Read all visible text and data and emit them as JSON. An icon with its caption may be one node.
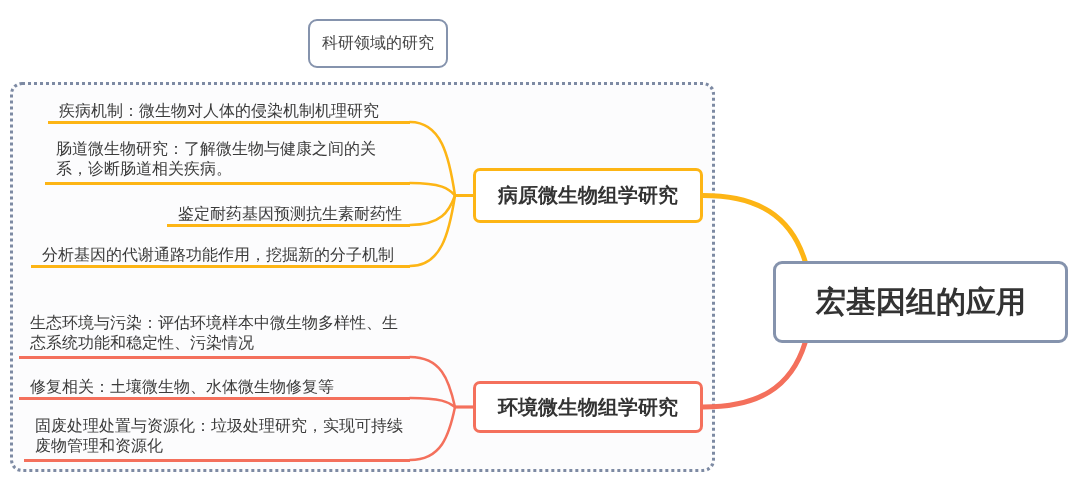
{
  "diagram": {
    "nodes": [
      {
        "text": [
          "宏基因组的应用"
        ]
      },
      {
        "text": [
          "科研领域的研究"
        ]
      },
      {
        "text": [
          "病原微生物组学研究"
        ],
        "in": 1
      },
      {
        "text": [
          "疾病机制：微生物对人体的侵染机制机理研究"
        ],
        "in": 1
      },
      {
        "text": [
          "肠道微生物研究：了解微生物与健康之间的关系，诊断肠道相关疾病。"
        ],
        "in": 1
      },
      {
        "text": [
          "鉴定耐药基因预测抗生素耐药性"
        ],
        "in": 1
      },
      {
        "text": [
          "分析基因的代谢通路功能作用，挖掘新的分子机制"
        ],
        "in": 1
      },
      {
        "text": [
          "环境微生物组学研究"
        ],
        "in": 1
      },
      {
        "text": [
          "生态环境与污染：评估环境样本中微生物多样性、生态系统功能和稳定性、污染情况"
        ],
        "in": 1
      },
      {
        "text": [
          "修复相关：土壤微生物、水体微生物修复等"
        ],
        "in": 1
      },
      {
        "text": [
          "固废处理处置与资源化：垃圾处理研究，实现可持续废物管理和资源化"
        ],
        "in": 1
      }
    ],
    "edges": [
      {
        "from": 0,
        "to": 2,
        "arrow": "none",
        "style": "thick"
      },
      {
        "from": 0,
        "to": 7,
        "arrow": "none",
        "style": "thick",
        "color": "#f4705c"
      },
      {
        "from": 2,
        "to": 3,
        "arrow": "none"
      },
      {
        "from": 2,
        "to": 4,
        "arrow": "none"
      },
      {
        "from": 2,
        "to": 5,
        "arrow": "none"
      },
      {
        "from": 2,
        "to": 6,
        "arrow": "none"
      },
      {
        "from": 7,
        "to": 8,
        "arrow": "none",
        "color": "#f4705c"
      },
      {
        "from": 7,
        "to": 9,
        "arrow": "none",
        "color": "#f4705c"
      },
      {
        "from": 7,
        "to": 10,
        "arrow": "none",
        "color": "#f4705c"
      }
    ]
  }
}
